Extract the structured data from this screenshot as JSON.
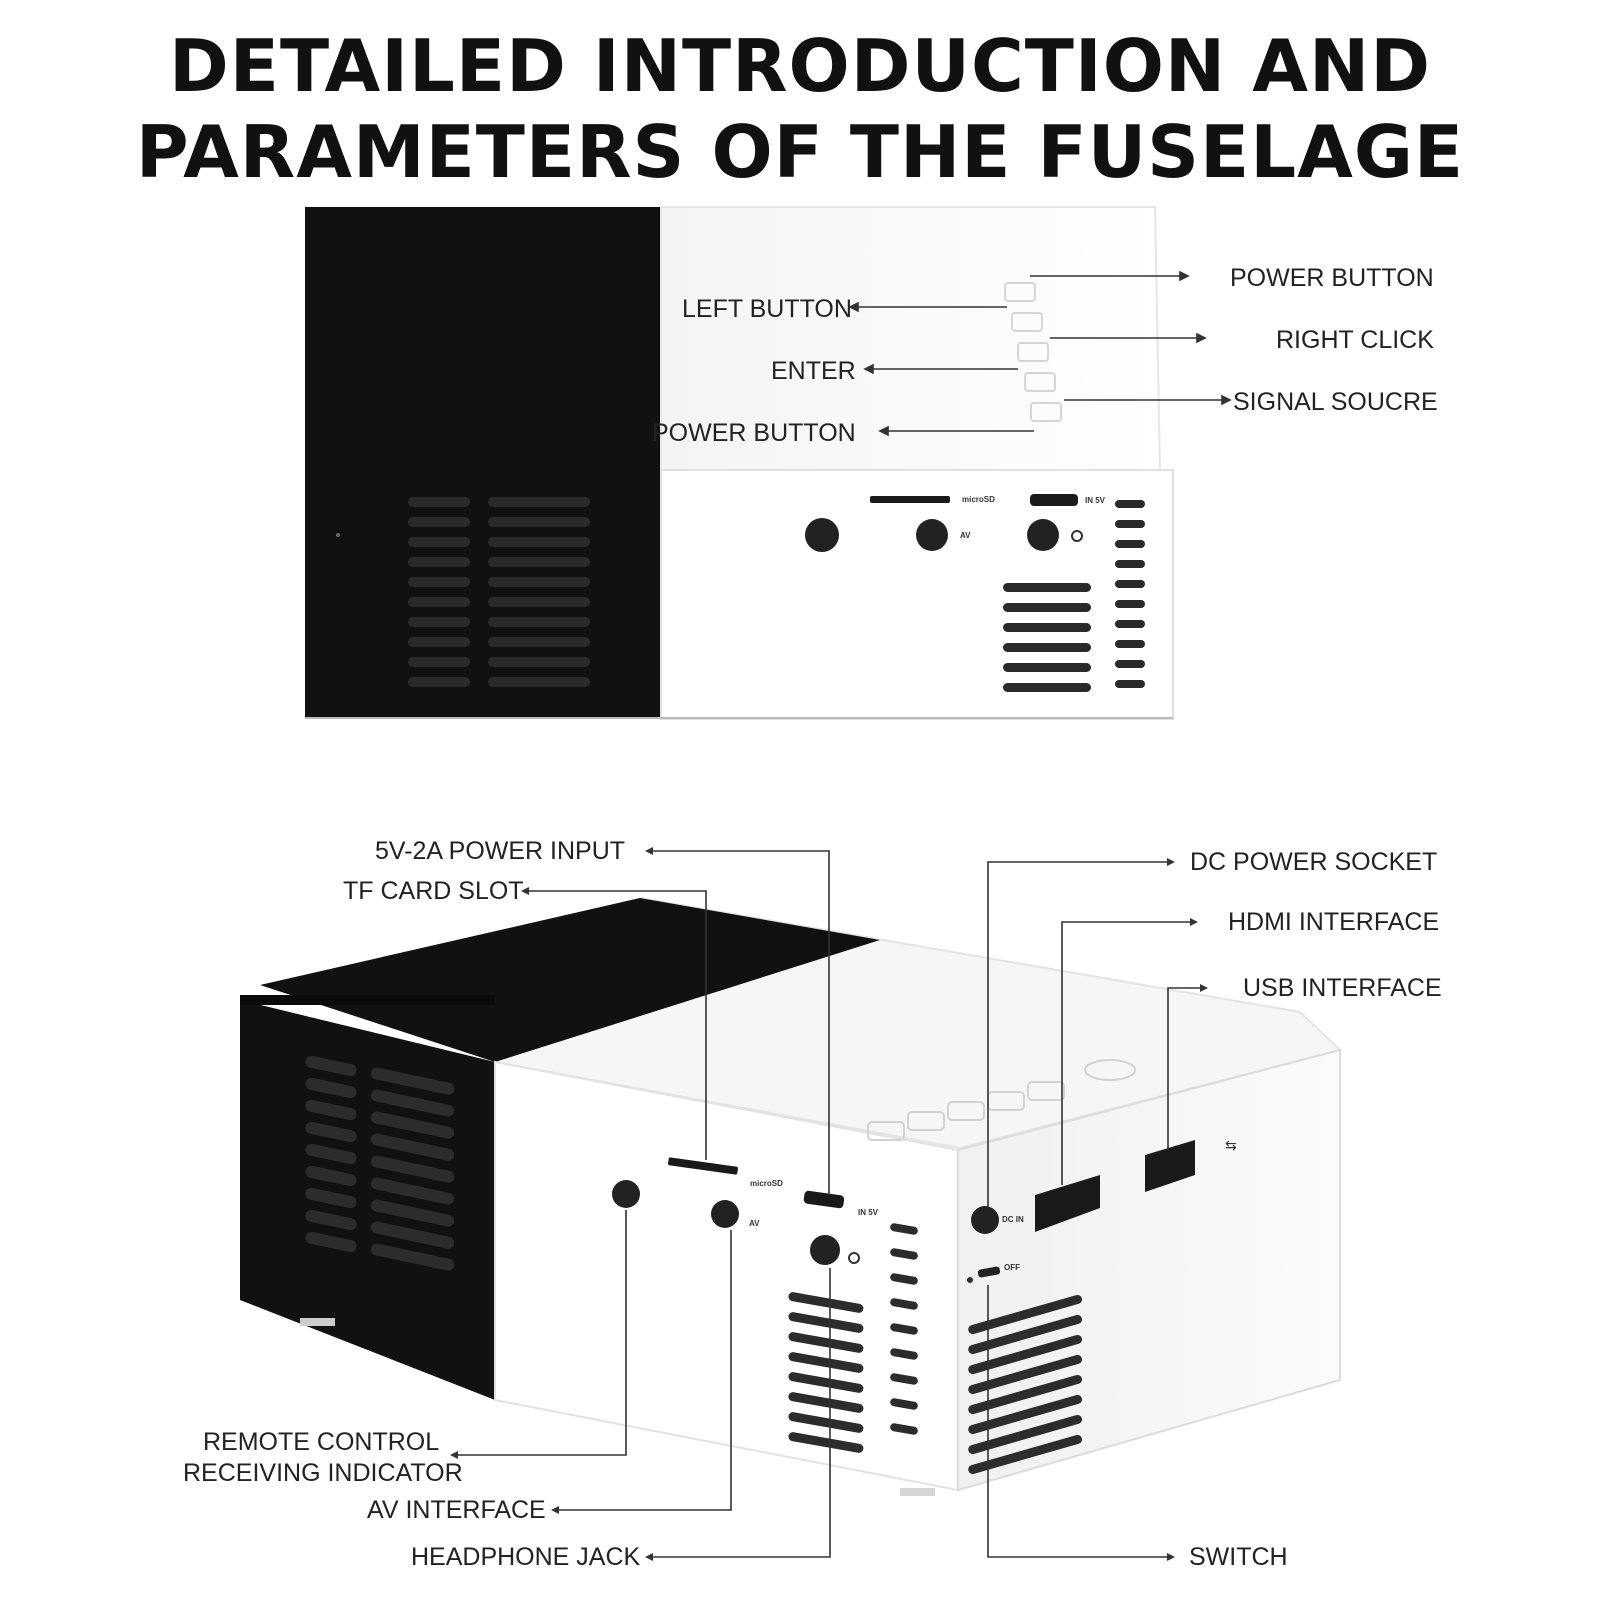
{
  "title": {
    "line1": "DETAILED INTRODUCTION AND",
    "line2": "PARAMETERS OF THE FUSELAGE"
  },
  "top_view": {
    "labels": {
      "power_button_right": "POWER BUTTON",
      "right_click": "RIGHT CLICK",
      "signal_source": "SIGNAL SOUCRE",
      "left_button": "LEFT BUTTON",
      "enter": "ENTER",
      "power_button_left": "POWER BUTTON"
    },
    "device_text": {
      "microsd": "microSD",
      "in5v": "IN 5V",
      "av": "AV"
    }
  },
  "bottom_view": {
    "labels": {
      "power_input": "5V-2A POWER INPUT",
      "tf_card": "TF CARD SLOT",
      "dc_socket": "DC POWER SOCKET",
      "hdmi": "HDMI INTERFACE",
      "usb": "USB INTERFACE",
      "remote_line1": "REMOTE CONTROL",
      "remote_line2": "RECEIVING INDICATOR",
      "av_interface": "AV INTERFACE",
      "headphone": "HEADPHONE JACK",
      "switch": "SWITCH"
    },
    "device_text": {
      "microsd": "microSD",
      "in5v": "IN 5V",
      "av": "AV",
      "dc_in": "DC IN",
      "off": "OFF"
    }
  },
  "colors": {
    "device_black": "#111111",
    "device_white": "#ffffff",
    "line": "#333333"
  }
}
